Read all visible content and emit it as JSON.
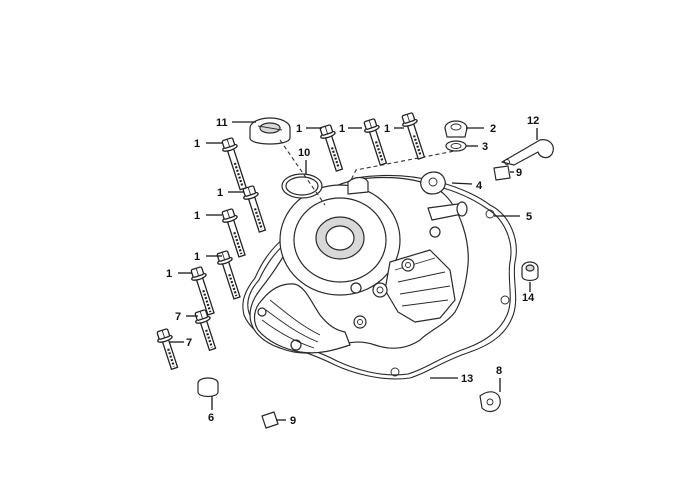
{
  "callouts": {
    "c1": "1",
    "c2": "2",
    "c3": "3",
    "c4": "4",
    "c5": "5",
    "c6": "6",
    "c7": "7",
    "c8": "8",
    "c9": "9",
    "c10": "10",
    "c11": "11",
    "c12": "12",
    "c13": "13",
    "c14": "14"
  },
  "colors": {
    "line": "#2a2a2a",
    "background": "#ffffff",
    "shade": "#d8d8d8"
  }
}
